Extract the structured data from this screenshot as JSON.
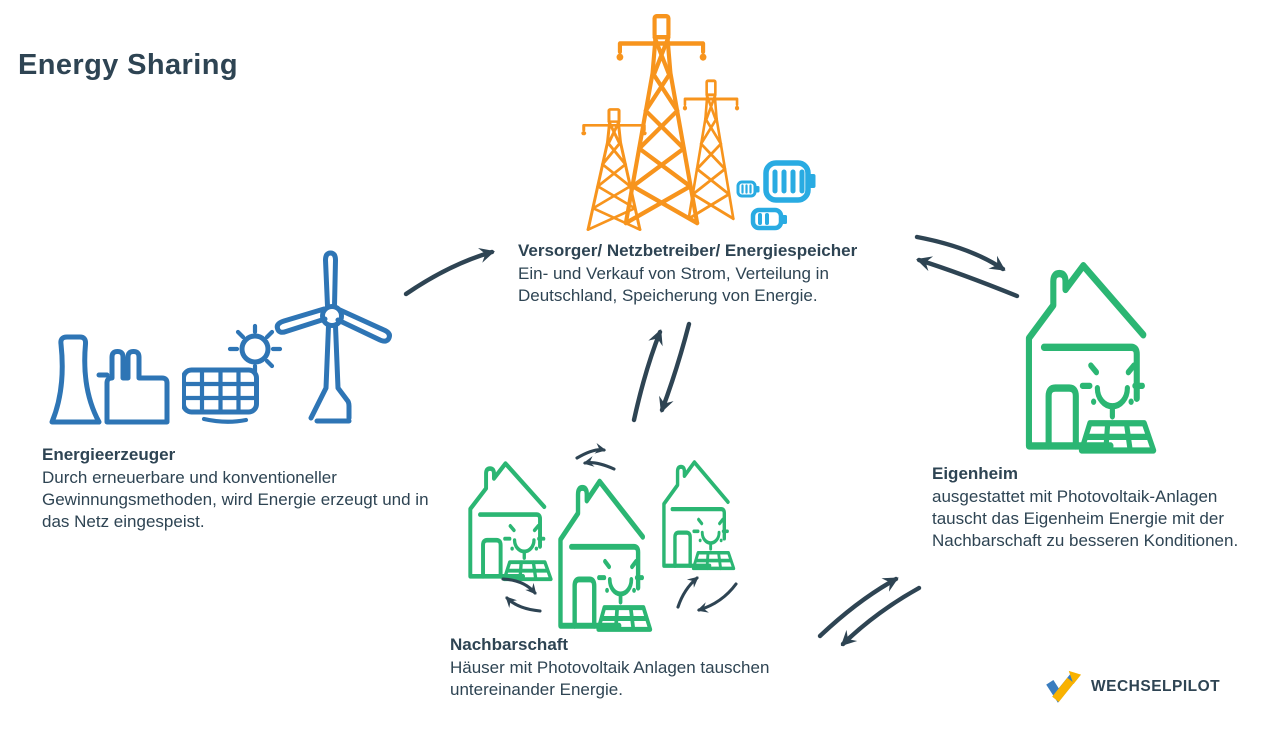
{
  "title": "Energy Sharing",
  "nodes": {
    "versorger": {
      "heading": "Versorger/ Netzbetreiber/ Energiespeicher",
      "body": "Ein- und Verkauf von Strom, Verteilung in Deutschland, Speicherung von Energie."
    },
    "energieerzeuger": {
      "heading": "Energieerzeuger",
      "body": "Durch erneuerbare und konventioneller Gewinnungsmethoden, wird Energie erzeugt und in das Netz eingespeist."
    },
    "nachbarschaft": {
      "heading": "Nachbarschaft",
      "body": "Häuser mit Photovoltaik Anlagen tauschen untereinander Energie."
    },
    "eigenheim": {
      "heading": "Eigenheim",
      "body": "ausgestattet mit Photovoltaik-Anlagen tauscht das Eigenheim Energie mit der Nachbarschaft zu besseren Konditionen."
    }
  },
  "logo": {
    "text": "WECHSELPILOT"
  },
  "icons": {
    "pylons": "transmission-towers-icon",
    "batteries": "battery-storage-icon",
    "power_plant": "power-plant-icon",
    "solar_panel": "solar-panel-sun-icon",
    "wind_turbine": "wind-turbine-icon",
    "house": "house-with-solar-icon",
    "exchange": "exchange-arrows-icon",
    "brand_mark": "wechselpilot-check-icon"
  },
  "colors": {
    "navy": "#2e4453",
    "orange": "#f7941d",
    "power_blue": "#2e75b5",
    "battery_blue": "#29abe2",
    "green": "#2bb673",
    "logo_yellow": "#f9b200",
    "logo_blue": "#3a7dbf",
    "background": "#ffffff"
  }
}
